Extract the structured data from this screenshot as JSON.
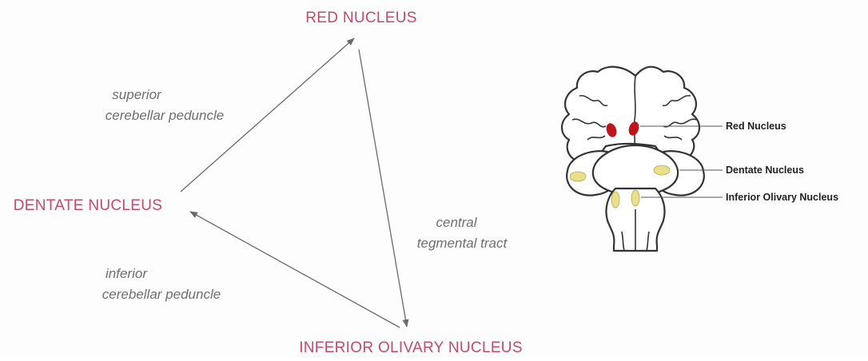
{
  "diagram": {
    "nodes": {
      "red_nucleus": "RED NUCLEUS",
      "dentate_nucleus": "DENTATE NUCLEUS",
      "inferior_olivary_nucleus": "INFERIOR OLIVARY NUCLEUS"
    },
    "edges": {
      "superior_line1": "superior",
      "superior_line2": "cerebellar peduncle",
      "central_line1": "central",
      "central_line2": "tegmental tract",
      "inferior_line1": "inferior",
      "inferior_line2": "cerebellar peduncle"
    }
  },
  "illustration": {
    "labels": {
      "red_nucleus": "Red Nucleus",
      "dentate_nucleus": "Dentate Nucleus",
      "inferior_olivary_nucleus": "Inferior Olivary Nucleus"
    },
    "colors": {
      "red_nucleus": "#c0141c",
      "dentate_nucleus": "#e8e08a",
      "inferior_olivary": "#e8e08a",
      "node_label": "#c24a6a"
    }
  }
}
